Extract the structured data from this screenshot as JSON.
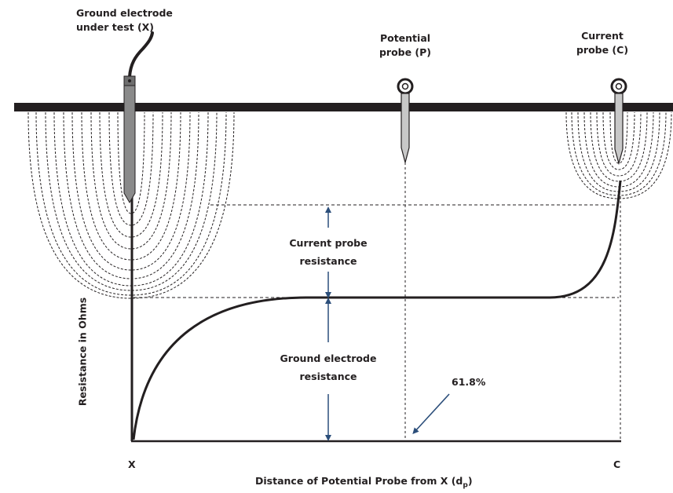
{
  "labels": {
    "ground_electrode": [
      "Ground electrode",
      "under test (X)"
    ],
    "potential_probe": [
      "Potential",
      "probe (P)"
    ],
    "current_probe": [
      "Current",
      "probe (C)"
    ],
    "current_probe_resistance": [
      "Current probe",
      "resistance"
    ],
    "ground_electrode_resistance": [
      "Ground electrode",
      "resistance"
    ],
    "percent": "61.8%"
  },
  "axes": {
    "x_start": "X",
    "x_end": "C",
    "xlabel": "Distance of Potential Probe from X (d",
    "xlabel_subscript": "p",
    "xlabel_close": ")",
    "ylabel": "Resistance in Ohms"
  },
  "colors": {
    "line": "#231f20",
    "arrow": "#2b4e7a",
    "probe_fill": "#c8c8c8",
    "electrode_fill": "#8a8a8a"
  }
}
